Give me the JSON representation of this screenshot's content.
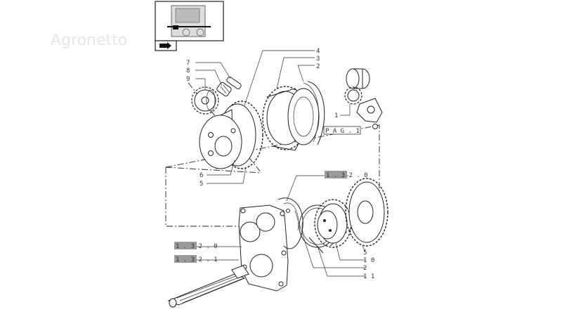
{
  "watermark": "Agronetto",
  "callouts": {
    "n7": "7",
    "n8": "8",
    "n9": "9",
    "n4": "4",
    "n3": "3",
    "n2_top": "2",
    "n1": "1",
    "n6": "6",
    "n5_left": "5",
    "n5_right": "5",
    "n10": "1 0",
    "n2_bottom": "2",
    "n11": "1 1"
  },
  "refs": {
    "pag": "P A G . 1",
    "ref_top": "1 . 3 2 . 0",
    "ref_mid": "1 . 3 2 . 0",
    "ref_low": "1 . 3 2 . 1"
  },
  "icons": {
    "thumbnail": "tractor-location-thumbnail",
    "arrow": "next-page-arrow-icon"
  }
}
